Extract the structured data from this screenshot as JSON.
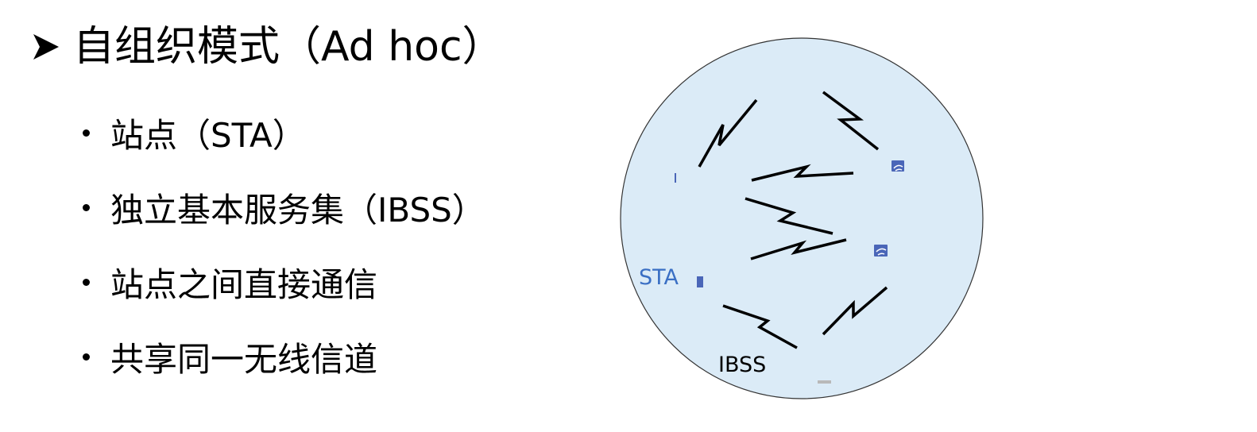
{
  "slide": {
    "title": "自组织模式（Ad hoc）",
    "bullets": [
      "站点（STA）",
      "独立基本服务集（IBSS）",
      "站点之间直接通信",
      "共享同一无线信道"
    ]
  },
  "diagram": {
    "sta_label": "STA",
    "ibss_label": "IBSS",
    "colors": {
      "area_fill": "#dbebf7",
      "area_stroke": "#333333",
      "sta_label": "#3a6fc4",
      "ibss_label": "#000000",
      "device_fill": "#4a66b8",
      "link": "#000000"
    },
    "link_icon": "lightning-bolt-icon",
    "device_icon": "station-icon"
  }
}
